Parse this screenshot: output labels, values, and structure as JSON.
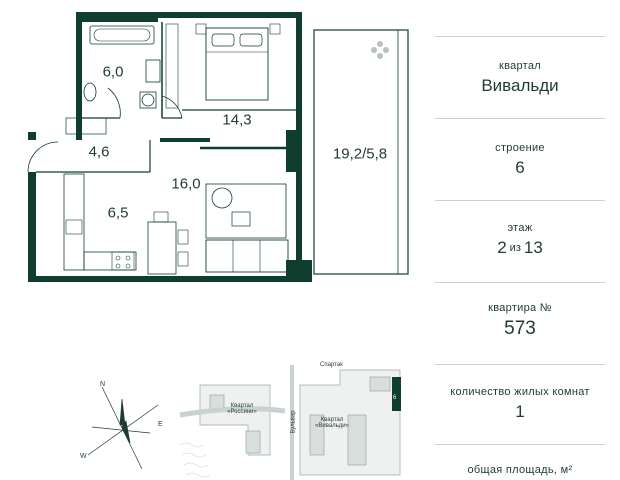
{
  "rooms": [
    {
      "id": "bathroom",
      "area": "6,0"
    },
    {
      "id": "bedroom",
      "area": "14,3"
    },
    {
      "id": "hall",
      "area": "4,6"
    },
    {
      "id": "living",
      "area": "16,0"
    },
    {
      "id": "kitchen",
      "area": "6,5"
    },
    {
      "id": "balcony",
      "area": "19,2/5,8"
    }
  ],
  "info": {
    "district_label": "квартал",
    "district_value": "Вивальди",
    "building_label": "строение",
    "building_value": "6",
    "floor_label": "этаж",
    "floor_current": "2",
    "floor_of": "из",
    "floor_total": "13",
    "apartment_label": "квартира №",
    "apartment_value": "573",
    "rooms_label": "количество жилых комнат",
    "rooms_value": "1",
    "area_label": "общая площадь, м²"
  },
  "site_map": {
    "metro_label": "Спартак",
    "metro_icon": "metro-m-icon",
    "district_rossini": "Квартал «Россини»",
    "district_vivaldi": "Квартал «Вивальди»",
    "boulevard_label": "Бульвар",
    "highlighted_building": "6"
  },
  "compass": {
    "n": "N",
    "e": "E",
    "w": "W",
    "icon": "compass-rose-icon"
  },
  "colors": {
    "wall": "#0f3d30",
    "text": "#1f3b34",
    "divider": "#c9d2cf",
    "highlight": "#0f3d30"
  }
}
